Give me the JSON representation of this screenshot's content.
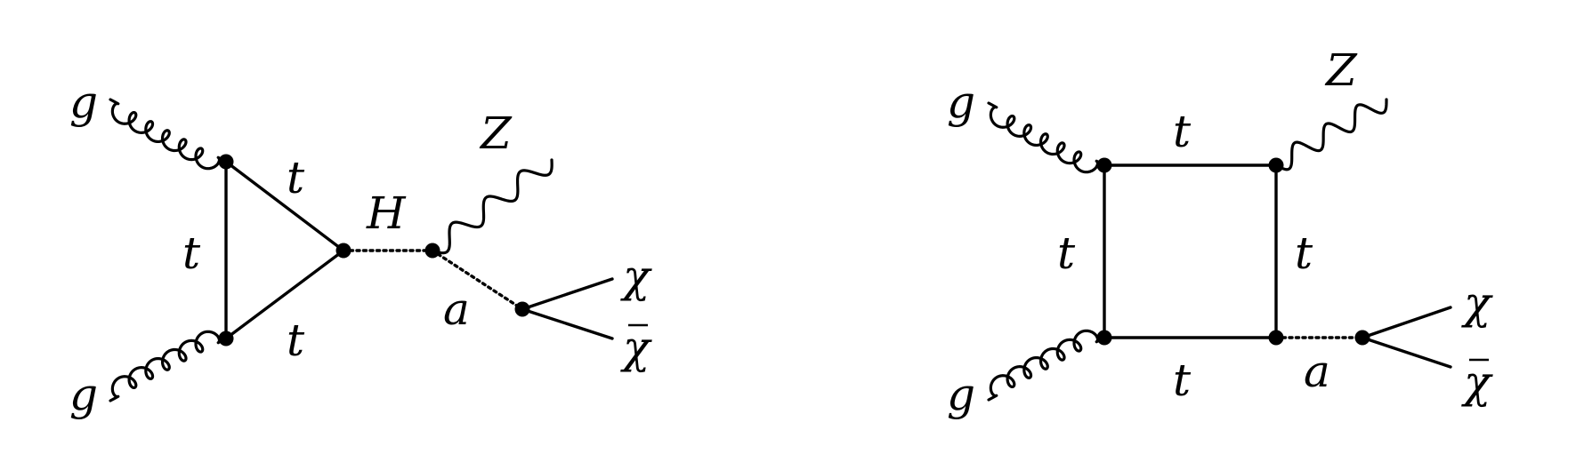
{
  "diagrams": [
    {
      "labels": {
        "g_top": "g",
        "g_bottom": "g",
        "t_upper": "t",
        "t_left": "t",
        "t_lower": "t",
        "H": "H",
        "Z": "Z",
        "a": "a",
        "chi": "χ",
        "chibar": "χ"
      }
    },
    {
      "labels": {
        "g_top": "g",
        "g_bottom": "g",
        "t_top": "t",
        "t_left": "t",
        "t_right": "t",
        "t_bottom": "t",
        "Z": "Z",
        "a": "a",
        "chi": "χ",
        "chibar": "χ"
      }
    }
  ]
}
